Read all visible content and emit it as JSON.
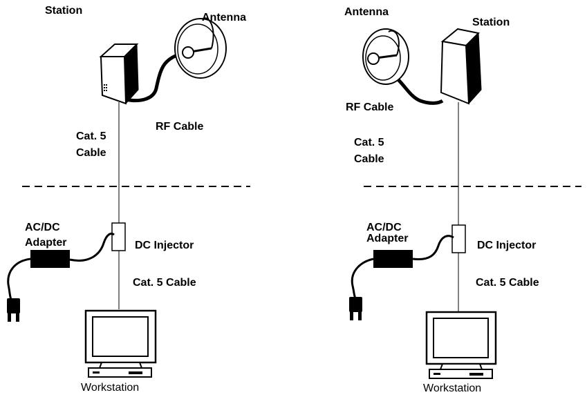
{
  "colors": {
    "stroke": "#000000",
    "background": "#ffffff"
  },
  "left": {
    "station_label": "Station",
    "antenna_label": "Antenna",
    "rf_cable_label": "RF Cable",
    "cat5_label_line1": "Cat. 5",
    "cat5_label_line2": "Cable",
    "adapter_label_line1": "AC/DC",
    "adapter_label_line2": "Adapter",
    "injector_label": "DC Injector",
    "cat5_cable_label": "Cat. 5 Cable",
    "workstation_label": "Workstation"
  },
  "right": {
    "station_label": "Station",
    "antenna_label": "Antenna",
    "rf_cable_label": "RF Cable",
    "cat5_label_line1": "Cat. 5",
    "cat5_label_line2": "Cable",
    "adapter_label_line1": "AC/DC",
    "adapter_label_line2": "Adapter",
    "injector_label": "DC Injector",
    "cat5_cable_label": "Cat. 5 Cable",
    "workstation_label": "Workstation"
  }
}
